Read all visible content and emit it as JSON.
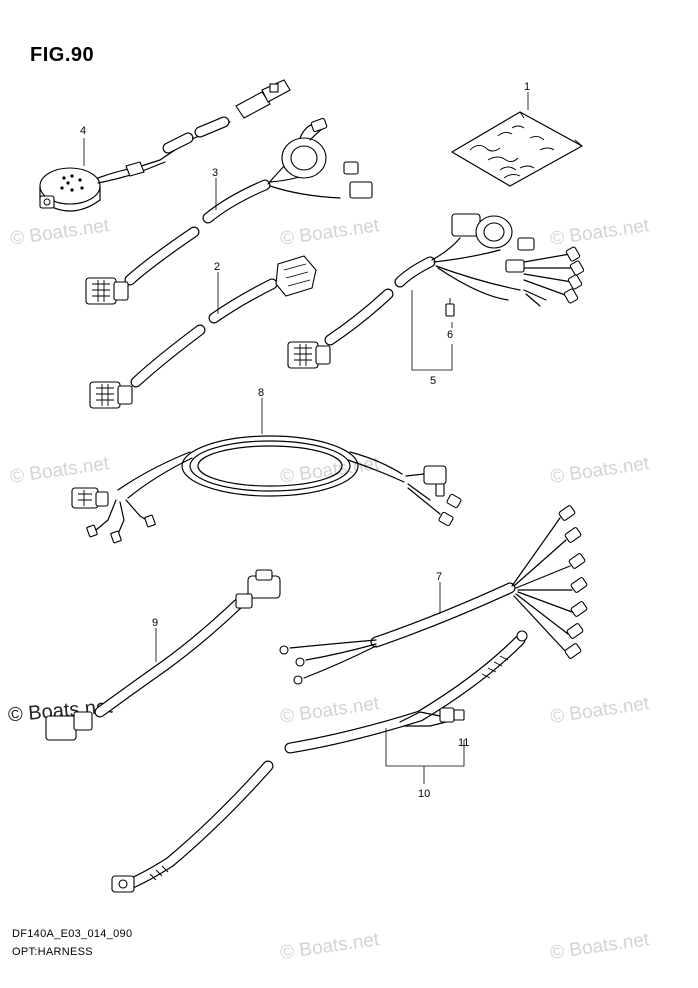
{
  "figure": {
    "title": "FIG.90",
    "caption_code": "DF140A_E03_014_090",
    "caption_name": "OPT:HARNESS"
  },
  "callouts": [
    {
      "id": "1",
      "label": "1"
    },
    {
      "id": "2",
      "label": "2"
    },
    {
      "id": "3",
      "label": "3"
    },
    {
      "id": "4",
      "label": "4"
    },
    {
      "id": "5",
      "label": "5"
    },
    {
      "id": "6",
      "label": "6"
    },
    {
      "id": "7",
      "label": "7"
    },
    {
      "id": "8",
      "label": "8"
    },
    {
      "id": "9",
      "label": "9"
    },
    {
      "id": "10",
      "label": "10"
    },
    {
      "id": "11",
      "label": "11"
    }
  ],
  "watermark": {
    "text": "© Boats.net"
  },
  "colors": {
    "line": "#000000",
    "watermark": "#d3d3d3",
    "background": "#ffffff"
  }
}
